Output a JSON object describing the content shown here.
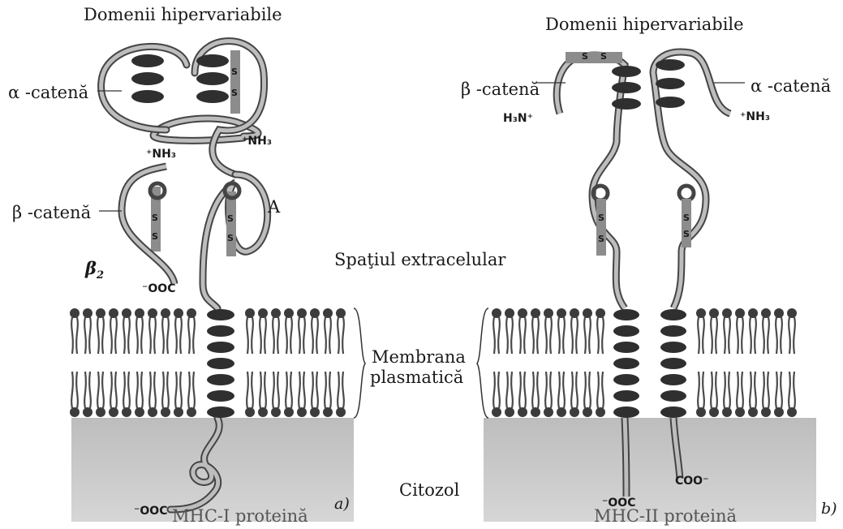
{
  "panel_a": {
    "hypervariable_label": "Domenii hipervariabile",
    "alpha_chain": "α -catenă",
    "beta_chain": "β -catenă",
    "beta2": "β",
    "beta2_sub": "2",
    "domain_a": "A",
    "nh3_top": "⁺NH₃",
    "nh3_beta": "⁺NH₃",
    "ooc_beta": "⁻OOC",
    "ooc_bottom": "⁻OOC",
    "protein_name": "MHC-I proteină",
    "panel_letter": "a)"
  },
  "panel_b": {
    "hypervariable_label": "Domenii hipervariabile",
    "alpha_chain": "α -catenă",
    "beta_chain": "β -catenă",
    "h3n": "H₃N⁺",
    "nh3": "⁺NH₃",
    "ooc_left": "⁻OOC",
    "coo_right": "COO⁻",
    "protein_name": "MHC-II proteină",
    "panel_letter": "b)"
  },
  "shared": {
    "extracellular": "Spaţiul extracelular",
    "membrane_line1": "Membrana",
    "membrane_line2": "plasmatică",
    "cytosol": "Citozol",
    "disulfide": "S"
  }
}
